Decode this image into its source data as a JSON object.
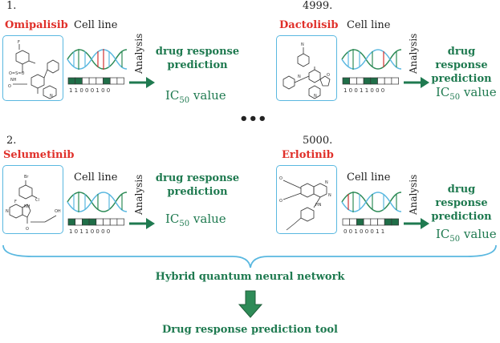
{
  "panels": [
    {
      "index": "1.",
      "drug": "Omipalisib",
      "cell": "Cell line",
      "analysis": "Analysis",
      "pred1": "drug response",
      "pred2": "prediction",
      "ic": "IC",
      "icsub": "50",
      "icunit": " value",
      "bits": "1 1 0 0 0 1 0 0",
      "pattern": [
        1,
        1,
        0,
        0,
        0,
        1,
        0,
        0
      ]
    },
    {
      "index": "4999.",
      "drug": "Dactolisib",
      "cell": "Cell line",
      "analysis": "Analysis",
      "pred1": "drug response",
      "pred2": "prediction",
      "ic": "IC",
      "icsub": "50",
      "icunit": " value",
      "bits": "1 0 0 1 1 0 0 0",
      "pattern": [
        1,
        0,
        0,
        1,
        1,
        0,
        0,
        0
      ]
    },
    {
      "index": "2.",
      "drug": "Selumetinib",
      "cell": "Cell line",
      "analysis": "Analysis",
      "pred1": "drug response",
      "pred2": "prediction",
      "ic": "IC",
      "icsub": "50",
      "icunit": " value",
      "bits": "1 0 1 1 0 0 0 0",
      "pattern": [
        1,
        0,
        1,
        1,
        0,
        0,
        0,
        0
      ]
    },
    {
      "index": "5000.",
      "drug": "Erlotinib",
      "cell": "Cell line",
      "analysis": "Analysis",
      "pred1": "drug response",
      "pred2": "prediction",
      "ic": "IC",
      "icsub": "50",
      "icunit": " value",
      "bits": "0 0 1 0 0 0 1 1",
      "pattern": [
        0,
        0,
        1,
        0,
        0,
        0,
        1,
        1
      ]
    }
  ],
  "ellipsis": "•••",
  "network": "Hybrid quantum neural network",
  "tool": "Drug response prediction tool",
  "colors": {
    "green": "#1f7a50",
    "red": "#e0302a",
    "blue": "#5ab8e0",
    "helix_red": "#d13030",
    "helix_green": "#2e8b57"
  }
}
